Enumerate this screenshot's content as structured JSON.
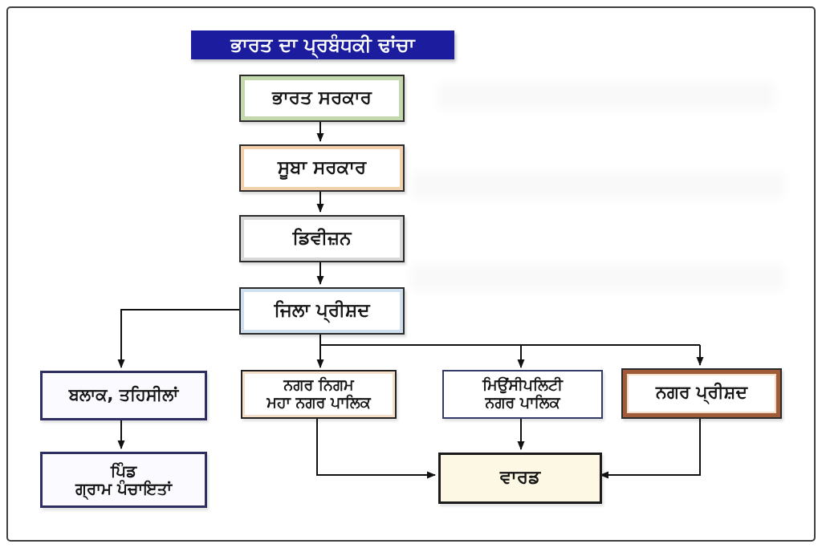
{
  "diagram": {
    "title": "ਭਾਰਤ ਦਾ ਪ੍ਰਬੰਧਕੀ ਢਾਂਚਾ",
    "nodes": {
      "bharat_sarkar": {
        "label": "ਭਾਰਤ ਸਰਕਾਰ"
      },
      "suba_sarkar": {
        "label": "ਸੂਬਾ ਸਰਕਾਰ"
      },
      "division": {
        "label": "ਡਿਵੀਜ਼ਨ"
      },
      "zila_parishad": {
        "label": "ਜਿਲਾ ਪ੍ਰੀਸ਼ਦ"
      },
      "block_tehsil": {
        "label": "ਬਲਾਕ, ਤਹਿਸੀਲਾਂ"
      },
      "pind": {
        "lines": [
          "ਪਿੰਡ",
          "ਗ੍ਰਾਮ ਪੰਚਾਇਤਾਂ"
        ]
      },
      "nagar_nigam": {
        "lines": [
          "ਨਗਰ ਨਿਗਮ",
          "ਮਹਾ ਨਗਰ ਪਾਲਿਕ"
        ]
      },
      "municipality": {
        "lines": [
          "ਮਿਉਂਸੀਪਲਿਟੀ",
          "ਨਗਰ ਪਾਲਿਕ"
        ]
      },
      "nagar_parishad": {
        "label": "ਨਗਰ ਪ੍ਰੀਸ਼ਦ"
      },
      "ward": {
        "label": "ਵਾਰਡ"
      }
    },
    "edges": [
      {
        "from": "bharat_sarkar",
        "to": "suba_sarkar"
      },
      {
        "from": "suba_sarkar",
        "to": "division"
      },
      {
        "from": "division",
        "to": "zila_parishad"
      },
      {
        "from": "zila_parishad",
        "to": "block_tehsil"
      },
      {
        "from": "zila_parishad",
        "to": "nagar_nigam"
      },
      {
        "from": "zila_parishad",
        "to": "municipality"
      },
      {
        "from": "zila_parishad",
        "to": "nagar_parishad"
      },
      {
        "from": "block_tehsil",
        "to": "pind"
      },
      {
        "from": "nagar_nigam",
        "to": "ward"
      },
      {
        "from": "municipality",
        "to": "ward"
      },
      {
        "from": "nagar_parishad",
        "to": "ward"
      }
    ],
    "colors": {
      "title_bg": "#1b1c9e",
      "title_text": "#ffffff",
      "connector": "#111111",
      "bharat_sarkar_border": "#c3d9ad",
      "suba_sarkar_border": "#f3d0ad",
      "division_border": "#d8d8d8",
      "zila_parishad_border": "#cfdfee",
      "block_pind_border": "#2e2e60",
      "nagar_nigam_inner": "#f6dfc9",
      "nagar_parishad_border": "#a05c38",
      "ward_bg": "#fcf8e3"
    }
  }
}
